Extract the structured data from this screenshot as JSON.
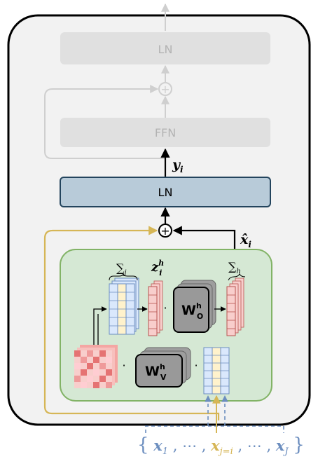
{
  "blocks": {
    "ln_top": "LN",
    "ffn": "FFN",
    "ln_main": "LN"
  },
  "labels": {
    "y": "y",
    "y_sub": "i",
    "x_hat": "x̂",
    "x_hat_sub": "i",
    "z": "z",
    "z_sup": "h",
    "z_sub": "i",
    "sum_j": "∑",
    "sum_j_sub": "j",
    "sum_h": "∑",
    "sum_h_sub": "h",
    "dot": "·",
    "plus": "+"
  },
  "matrices": {
    "wo": "W",
    "wo_sup": "h",
    "wo_sub": "O",
    "wv": "W",
    "wv_sup": "h",
    "wv_sub": "V"
  },
  "input_sequence": {
    "open_brace": "{",
    "x1": "x",
    "x1_sub": "1",
    "sep1": ", ⋯ , ",
    "xj": "x",
    "xj_sub": "j=i",
    "sep2": ", ⋯ , ",
    "xJ": "x",
    "xJ_sub": "J",
    "close_brace": "}"
  },
  "colors": {
    "frame_bg": "#f2f2f2",
    "attention_bg": "#d5e8d4",
    "attention_border": "#82b366",
    "ln_fill": "#b8cbd9",
    "ln_border": "#23445d",
    "faded_block": "#e0e0e0",
    "faded_text": "#b3b3b3",
    "residual_gold": "#d6b656",
    "input_blue": "#6c8ebf",
    "cell_blue": "#dae8fc",
    "cell_yellow": "#fff2cc",
    "cell_red": "#f8cecc",
    "weight_gray": "#999999"
  }
}
